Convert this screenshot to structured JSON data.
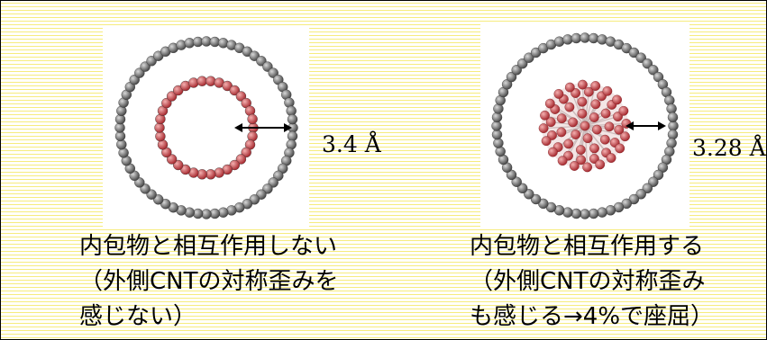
{
  "left": {
    "measurement": "3.4 Å",
    "caption_lines": [
      "内包物と相互作用しない",
      "（外側CNTの対称歪みを",
      "感じない）"
    ]
  },
  "right": {
    "measurement": "3.28 Å",
    "caption_lines": [
      "内包物と相互作用する",
      "（外側CNTの対称歪み",
      "も感じる→4%で座屈）"
    ]
  },
  "colors": {
    "background_stripe": "#f6ec7e",
    "outer_tube": "#6f6f6f",
    "inner_atoms": "#c9474a",
    "arrow": "#000000"
  }
}
